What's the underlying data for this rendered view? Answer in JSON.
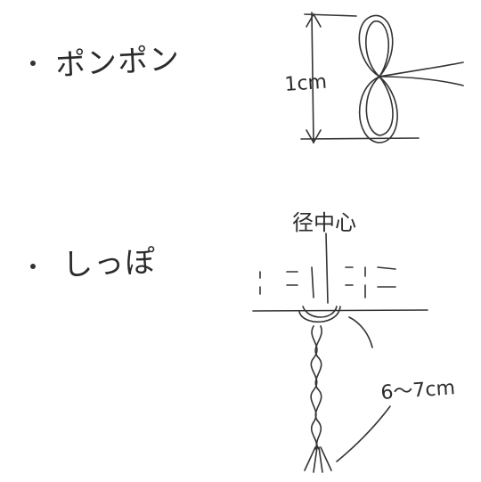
{
  "notes": {
    "pompom": {
      "label": "ポンポン",
      "size_label": "1cm"
    },
    "tail": {
      "label": "しっぽ",
      "center_label": "径中心",
      "length_label": "6〜7cm"
    }
  },
  "colors": {
    "ink": "#2b2b2b",
    "paper": "#ffffff"
  }
}
